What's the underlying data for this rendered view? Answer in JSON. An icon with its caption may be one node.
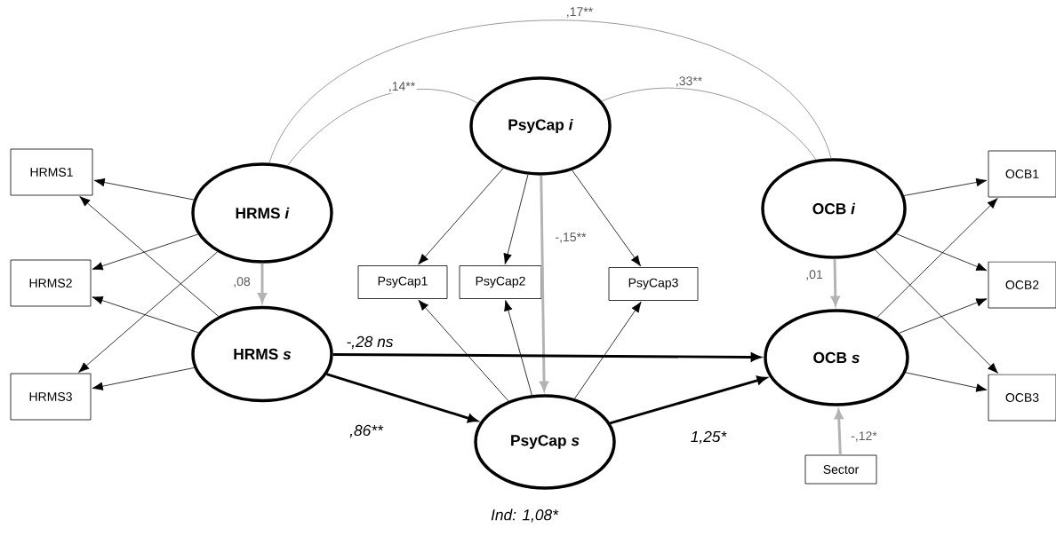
{
  "diagram": {
    "nodes": [
      {
        "text": [
          "HRMS1"
        ]
      },
      {
        "text": [
          "HRMS2"
        ]
      },
      {
        "text": [
          "HRMS3"
        ]
      },
      {
        "text": [
          "HRMS *i*"
        ]
      },
      {
        "text": [
          "PsyCap *i*"
        ]
      },
      {
        "text": [
          "OCB *i*"
        ]
      },
      {
        "text": [
          "PsyCap1"
        ]
      },
      {
        "text": [
          "PsyCap2"
        ]
      },
      {
        "text": [
          "PsyCap3"
        ]
      },
      {
        "text": [
          "HRMS *s*"
        ]
      },
      {
        "text": [
          "OCB *s*"
        ]
      },
      {
        "text": [
          "PsyCap *s*"
        ]
      },
      {
        "text": [
          "OCB1"
        ]
      },
      {
        "text": [
          "OCB2"
        ]
      },
      {
        "text": [
          "OCB3"
        ]
      },
      {
        "text": [
          "Sector"
        ]
      }
    ],
    "edges": [
      {
        "from": 3,
        "to": 0,
        "arrow": "to"
      },
      {
        "from": 3,
        "to": 1,
        "arrow": "to"
      },
      {
        "from": 3,
        "to": 2,
        "arrow": "to"
      },
      {
        "from": 9,
        "to": 0,
        "arrow": "to"
      },
      {
        "from": 9,
        "to": 1,
        "arrow": "to"
      },
      {
        "from": 9,
        "to": 2,
        "arrow": "to"
      },
      {
        "from": 4,
        "to": 6,
        "arrow": "to"
      },
      {
        "from": 4,
        "to": 7,
        "arrow": "to"
      },
      {
        "from": 4,
        "to": 8,
        "arrow": "to"
      },
      {
        "from": 11,
        "to": 6,
        "arrow": "to"
      },
      {
        "from": 11,
        "to": 7,
        "arrow": "to"
      },
      {
        "from": 11,
        "to": 8,
        "arrow": "to"
      },
      {
        "from": 5,
        "to": 12,
        "arrow": "to"
      },
      {
        "from": 5,
        "to": 13,
        "arrow": "to"
      },
      {
        "from": 5,
        "to": 14,
        "arrow": "to"
      },
      {
        "from": 10,
        "to": 12,
        "arrow": "to"
      },
      {
        "from": 10,
        "to": 13,
        "arrow": "to"
      },
      {
        "from": 10,
        "to": 14,
        "arrow": "to"
      },
      {
        "from": 3,
        "to": 9,
        "arrow": "to",
        "label": ",08",
        "style": "thick",
        "color": "#b3b3b3"
      },
      {
        "from": 4,
        "to": 11,
        "arrow": "to",
        "label": "-,15**",
        "style": "thick",
        "color": "#b3b3b3"
      },
      {
        "from": 5,
        "to": 10,
        "arrow": "to",
        "label": ",01",
        "style": "thick",
        "color": "#b3b3b3"
      },
      {
        "from": 15,
        "to": 10,
        "arrow": "to",
        "label": "-,12*",
        "style": "thick",
        "color": "#b3b3b3"
      },
      {
        "from": 9,
        "to": 10,
        "arrow": "to",
        "label": "-,28 ns",
        "style": "thick"
      },
      {
        "from": 9,
        "to": 11,
        "arrow": "to",
        "label": ",86**",
        "style": "thick"
      },
      {
        "from": 11,
        "to": 10,
        "arrow": "to",
        "label": "1,25*",
        "style": "thick"
      },
      {
        "from": 3,
        "to": 4,
        "arrow": "none",
        "label": ",14**",
        "color": "#7f7f7f"
      },
      {
        "from": 4,
        "to": 5,
        "arrow": "none",
        "label": ",33**",
        "color": "#7f7f7f"
      },
      {
        "from": 3,
        "to": 5,
        "arrow": "none",
        "label": ",17**",
        "color": "#7f7f7f"
      }
    ],
    "labels": [
      "Ind: 1,08*"
    ]
  }
}
